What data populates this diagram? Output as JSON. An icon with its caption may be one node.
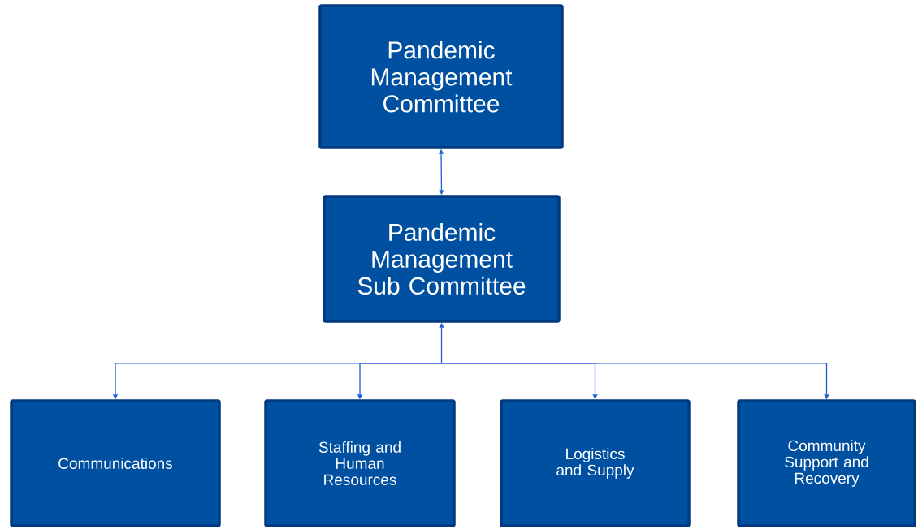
{
  "diagram": {
    "nodes": [
      {
        "text": [
          "Pandemic Management Committee"
        ]
      },
      {
        "text": [
          "Pandemic Management Sub Committee"
        ]
      },
      {
        "text": [
          "Communications"
        ]
      },
      {
        "text": [
          "Staffing and Human Resources"
        ]
      },
      {
        "text": [
          "Logistics and Supply"
        ]
      },
      {
        "text": [
          "Community Support and Recovery"
        ]
      }
    ],
    "edges": [
      {
        "from": 0,
        "to": 1,
        "arrow": "both"
      },
      {
        "from": 1,
        "to": 2,
        "arrow": "both"
      },
      {
        "from": 1,
        "to": 3,
        "arrow": "both"
      },
      {
        "from": 1,
        "to": 4,
        "arrow": "both"
      },
      {
        "from": 1,
        "to": 5,
        "arrow": "both"
      }
    ]
  }
}
